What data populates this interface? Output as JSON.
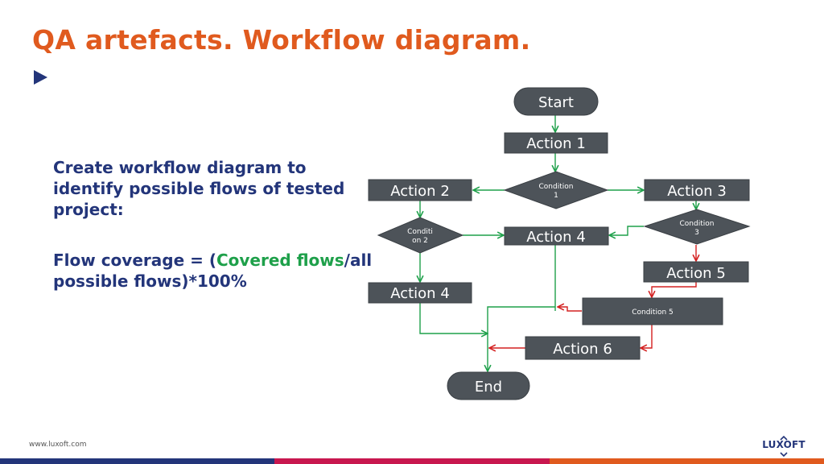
{
  "slide": {
    "title": "QA artefacts. Workflow diagram.",
    "paragraph1": "Create workflow diagram to identify possible flows of tested project:",
    "formula": {
      "part1": "Flow coverage = (",
      "part2": "Covered flows",
      "part3": "/all possible flows)*100%"
    },
    "footer_url": "www.luxoft.com",
    "logo_text": "LUXOFT"
  },
  "colors": {
    "title": "#e05a1e",
    "body_text": "#23357a",
    "highlight": "#1ea04a",
    "node_fill": "#4d5359",
    "arrow_green": "#1ea04a",
    "arrow_red": "#d42020",
    "line_gray": "#9aa4ab",
    "bottom_bar": [
      "#23357a",
      "#c8174f",
      "#e05a1e"
    ]
  },
  "diagram": {
    "nodes": {
      "start": "Start",
      "action1": "Action 1",
      "condition1": [
        "Condition",
        "1"
      ],
      "action2": "Action 2",
      "action3": "Action 3",
      "condition2": [
        "Conditi",
        "on 2"
      ],
      "action4_mid": "Action 4",
      "condition3": [
        "Condition",
        "3"
      ],
      "action5": "Action 5",
      "action4_left": "Action 4",
      "condition5": "Condition 5",
      "action6": "Action 6",
      "end": "End"
    }
  }
}
